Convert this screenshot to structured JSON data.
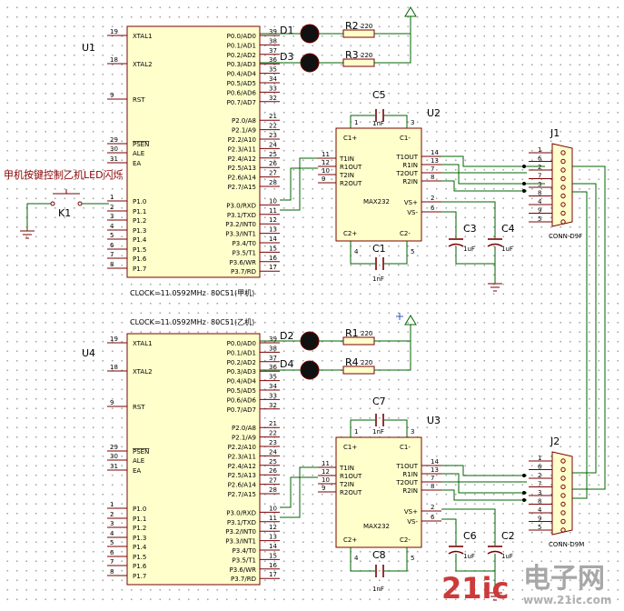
{
  "mcu_pins_left": [
    {
      "num": "19",
      "label": "XTAL1"
    },
    {
      "num": "18",
      "label": "XTAL2"
    },
    {
      "num": "9",
      "label": "RST"
    },
    {
      "num": "29",
      "label": "PSEN"
    },
    {
      "num": "30",
      "label": "ALE"
    },
    {
      "num": "31",
      "label": "EA"
    },
    {
      "num": "1",
      "label": "P1.0"
    },
    {
      "num": "2",
      "label": "P1.1"
    },
    {
      "num": "3",
      "label": "P1.2"
    },
    {
      "num": "4",
      "label": "P1.3"
    },
    {
      "num": "5",
      "label": "P1.4"
    },
    {
      "num": "6",
      "label": "P1.5"
    },
    {
      "num": "7",
      "label": "P1.6"
    },
    {
      "num": "8",
      "label": "P1.7"
    }
  ],
  "mcu_pins_right": [
    {
      "num": "39",
      "label": "P0.0/AD0"
    },
    {
      "num": "38",
      "label": "P0.1/AD1"
    },
    {
      "num": "37",
      "label": "P0.2/AD2"
    },
    {
      "num": "36",
      "label": "P0.3/AD3"
    },
    {
      "num": "35",
      "label": "P0.4/AD4"
    },
    {
      "num": "34",
      "label": "P0.5/AD5"
    },
    {
      "num": "33",
      "label": "P0.6/AD6"
    },
    {
      "num": "32",
      "label": "P0.7/AD7"
    },
    {
      "num": "21",
      "label": "P2.0/A8"
    },
    {
      "num": "22",
      "label": "P2.1/A9"
    },
    {
      "num": "23",
      "label": "P2.2/A10"
    },
    {
      "num": "24",
      "label": "P2.3/A11"
    },
    {
      "num": "25",
      "label": "P2.4/A12"
    },
    {
      "num": "26",
      "label": "P2.5/A13"
    },
    {
      "num": "27",
      "label": "P2.6/A14"
    },
    {
      "num": "28",
      "label": "P2.7/A15"
    },
    {
      "num": "10",
      "label": "P3.0/RXD"
    },
    {
      "num": "11",
      "label": "P3.1/TXD"
    },
    {
      "num": "12",
      "label": "P3.2/INT0"
    },
    {
      "num": "13",
      "label": "P3.3/INT1"
    },
    {
      "num": "14",
      "label": "P3.4/T0"
    },
    {
      "num": "15",
      "label": "P3.5/T1"
    },
    {
      "num": "16",
      "label": "P3.6/WR"
    },
    {
      "num": "17",
      "label": "P3.7/RD"
    }
  ],
  "max232_pins": {
    "left": [
      {
        "num": "11",
        "label": "T1IN"
      },
      {
        "num": "12",
        "label": "R1OUT"
      },
      {
        "num": "10",
        "label": "T2IN"
      },
      {
        "num": "9",
        "label": "R2OUT"
      }
    ],
    "right": [
      {
        "num": "14",
        "label": "T1OUT"
      },
      {
        "num": "13",
        "label": "R1IN"
      },
      {
        "num": "7",
        "label": "T2OUT"
      },
      {
        "num": "8",
        "label": "R2IN"
      },
      {
        "num": "2",
        "label": "VS+"
      },
      {
        "num": "6",
        "label": "VS-"
      }
    ],
    "top": [
      "C1+",
      "C1-"
    ],
    "top_nums": [
      "1",
      "3"
    ],
    "bottom": [
      "C2+",
      "C2-"
    ],
    "bottom_nums": [
      "4",
      "5"
    ],
    "name": "MAX232"
  },
  "dsub_pins": [
    "1",
    "6",
    "2",
    "7",
    "3",
    "8",
    "4",
    "9",
    "5"
  ],
  "top": {
    "mcu_ref": "U1",
    "clock": "CLOCK=11.0592MHz",
    "mcu_type": "80C51(甲机)",
    "leds": [
      {
        "ref": "D1"
      },
      {
        "ref": "D3"
      }
    ],
    "resistors": [
      {
        "ref": "R2",
        "value": "220"
      },
      {
        "ref": "R3",
        "value": "220"
      }
    ],
    "max_ref": "U2",
    "cap_top": {
      "ref": "C5",
      "value": "1nF"
    },
    "cap_bottom": {
      "ref": "C1",
      "value": "1nF"
    },
    "cap_a": {
      "ref": "C3",
      "value": "1uF"
    },
    "cap_b": {
      "ref": "C4",
      "value": "1uF"
    },
    "conn_ref": "J1",
    "conn_type": "CONN-D9F",
    "key_ref": "K1",
    "note": "甲机按键控制乙机LED闪烁"
  },
  "bottom": {
    "mcu_ref": "U4",
    "clock": "CLOCK=11.0592MHz",
    "mcu_type": "80C51(乙机)",
    "leds": [
      {
        "ref": "D2"
      },
      {
        "ref": "D4"
      }
    ],
    "resistors": [
      {
        "ref": "R1",
        "value": "220"
      },
      {
        "ref": "R4",
        "value": "220"
      }
    ],
    "max_ref": "U3",
    "cap_top": {
      "ref": "C7",
      "value": "1nF"
    },
    "cap_bottom": {
      "ref": "C8",
      "value": "1nF"
    },
    "cap_a": {
      "ref": "C6",
      "value": "1uF"
    },
    "cap_b": {
      "ref": "C2",
      "value": "1uF"
    },
    "conn_ref": "J2",
    "conn_type": "CONN-D9M"
  },
  "watermark": {
    "part1": "21ic",
    "part2": "电子网",
    "url": "www.21ic.com"
  },
  "colors": {
    "chip_fill": "#ffffcc",
    "outline": "#7a0000",
    "wire": "#006400",
    "note": "#8b0000",
    "watermark_red": "#cc3a3a"
  }
}
